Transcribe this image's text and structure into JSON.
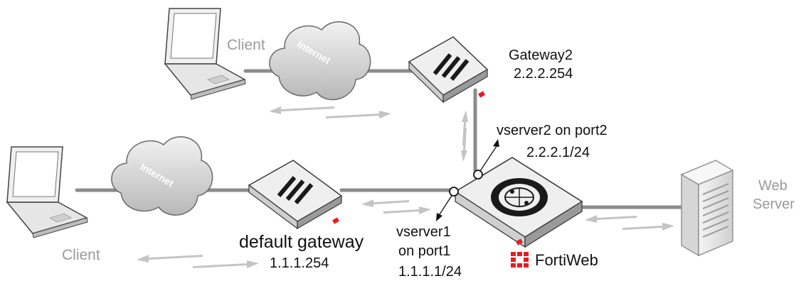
{
  "labels": {
    "client_top": "Client",
    "client_bottom": "Client",
    "cloud_top": "Internet",
    "cloud_bottom": "Internet",
    "gateway2_name": "Gateway2",
    "gateway2_ip": "2.2.2.254",
    "vserver2_name": "vserver2 on port2",
    "vserver2_ip": "2.2.2.1/24",
    "default_gateway_name": "default gateway",
    "default_gateway_ip": "1.1.1.254",
    "vserver1_name": "vserver1",
    "vserver1_port": "on port1",
    "vserver1_ip": "1.1.1.1/24",
    "fortiweb_name": "FortiWeb",
    "web_server_line1": "Web",
    "web_server_line2": "Server"
  },
  "colors": {
    "link": "#8c8c8c",
    "device_face": "#efefef",
    "device_edge": "#3a3a3a",
    "brand_red": "#e31e24",
    "arrow": "#c4c4c4",
    "label_gray": "#9a9a9a"
  },
  "icons": [
    "laptop-icon",
    "cloud-icon",
    "gateway-appliance-icon",
    "fortiweb-appliance-icon",
    "server-icon",
    "fortinet-logo-icon"
  ]
}
